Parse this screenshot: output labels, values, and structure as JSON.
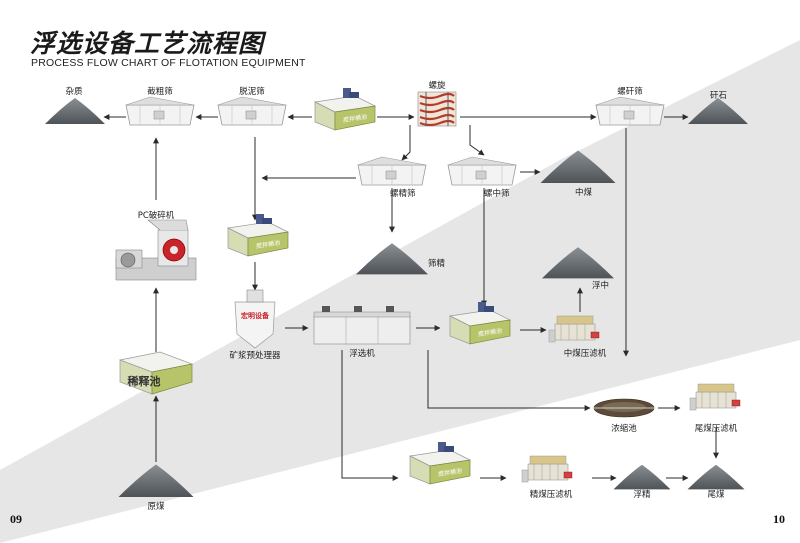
{
  "title_zh": "浮选设备工艺流程图",
  "title_en": "PROCESS FLOW CHART OF FLOTATION EQUIPMENT",
  "page_left": "09",
  "page_right": "10",
  "labels": {
    "zazhi": "杂质",
    "jiegan_shai": "截粗筛",
    "tuoni_shai": "脱泥筛",
    "luoxuan": "螺旋",
    "luogan_shai": "螺矸筛",
    "ganshi": "矸石",
    "luojing_shai": "螺精筛",
    "luozhong_shai": "螺中筛",
    "zhongmei": "中煤",
    "pc_suishui": "PC破碎机",
    "shaijing": "筛精",
    "fuzhong": "浮中",
    "kuangjiang": "矿浆预处理器",
    "fuxuanji": "浮选机",
    "zhongmei_ylj": "中煤压滤机",
    "nongsuochi": "浓缩池",
    "weimei_ylj": "尾煤压滤机",
    "jingmei_ylj": "精煤压滤机",
    "fujing": "浮精",
    "weimei": "尾煤",
    "yuanmei": "原煤"
  },
  "tank_text": {
    "tank_1": "搅拌桶池",
    "tank_2": "搅拌桶池",
    "tank_3": "搅拌桶池",
    "tank_4": "搅拌桶池",
    "dilution": "稀释池",
    "pretreat_brand": "宏明设备"
  },
  "colors": {
    "pile": "#6b6f72",
    "tank_top": "#f2f2ee",
    "tank_front": "#b8c46a",
    "arrow": "#2b2b2b",
    "band": "#e6e6e6"
  }
}
